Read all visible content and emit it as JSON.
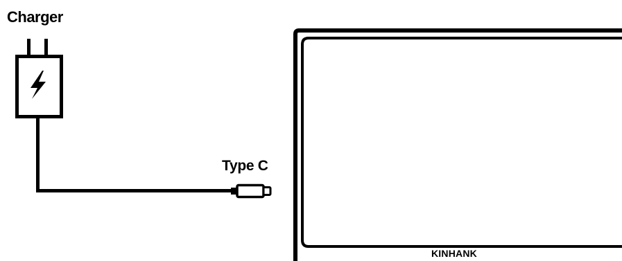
{
  "labels": {
    "charger": "Charger",
    "connector": "Type C",
    "brand": "KINHANK"
  },
  "icons": {
    "charger": "wall-charger-icon",
    "bolt": "lightning-bolt-icon",
    "plug": "usb-type-c-plug-icon"
  },
  "colors": {
    "line": "#000000",
    "background": "#ffffff"
  }
}
